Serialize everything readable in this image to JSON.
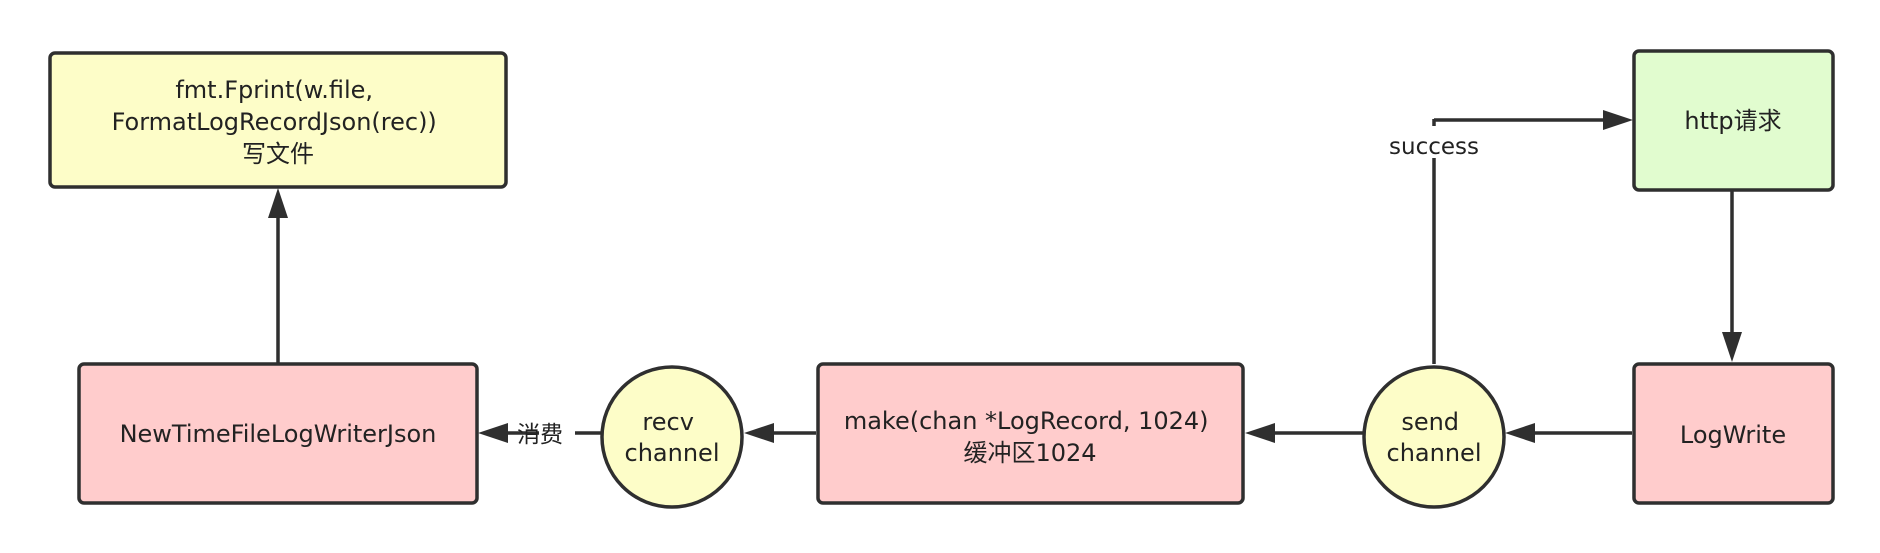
{
  "colors": {
    "stroke": "#2f2f2f",
    "yellow_fill": "#fdfdc8",
    "pink_fill": "#ffcccc",
    "green_fill": "#e1fccf",
    "text": "#222222",
    "background": "#ffffff"
  },
  "nodes": {
    "write_file": {
      "lines": [
        "fmt.Fprint(w.file,",
        "FormatLogRecordJson(rec))",
        "写文件"
      ]
    },
    "http_request": {
      "lines": [
        "http请求"
      ]
    },
    "writer_json": {
      "lines": [
        "NewTimeFileLogWriterJson"
      ]
    },
    "recv_channel": {
      "lines": [
        "recv",
        "channel"
      ]
    },
    "make_chan": {
      "lines": [
        "make(chan *LogRecord, 1024)",
        "缓冲区1024"
      ]
    },
    "send_channel": {
      "lines": [
        "send",
        "channel"
      ]
    },
    "log_write": {
      "lines": [
        "LogWrite"
      ]
    }
  },
  "edges": {
    "success_label": "success",
    "consume_label": "消费"
  }
}
